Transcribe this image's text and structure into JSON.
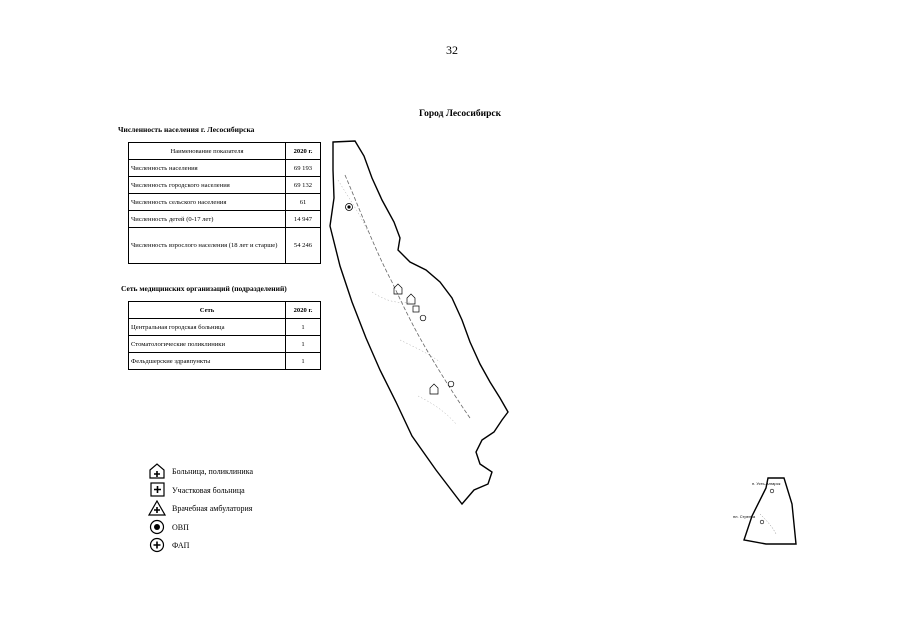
{
  "page": {
    "number": "32"
  },
  "city_title": "Город Лесосибирск",
  "population": {
    "title": "Численность населения г. Лесосибирска",
    "header": {
      "name": "Наименование показателя",
      "year": "2020 г."
    },
    "rows": [
      {
        "name": "Численность населения",
        "value": "69 193"
      },
      {
        "name": "Численность городского населения",
        "value": "69 132"
      },
      {
        "name": "Численность сельского населения",
        "value": "61"
      },
      {
        "name": "Численность детей (0-17 лет)",
        "value": "14 947"
      },
      {
        "name": "Численность взрослого населения (18 лет и старше)",
        "value": "54 246"
      }
    ]
  },
  "network": {
    "title": "Сеть медицинских организаций (подразделений)",
    "header": {
      "name": "Сеть",
      "year": "2020 г."
    },
    "rows": [
      {
        "name": "Центральная городская больница",
        "value": "1"
      },
      {
        "name": "Стоматологические поликлиники",
        "value": "1"
      },
      {
        "name": "Фельдшерские здравпункты",
        "value": "1"
      }
    ]
  },
  "legend": [
    {
      "icon": "hospital-polyclinic-icon",
      "label": "Больница, поликлиника"
    },
    {
      "icon": "district-hospital-icon",
      "label": "Участковая больница"
    },
    {
      "icon": "outpatient-clinic-icon",
      "label": "Врачебная амбулатория"
    },
    {
      "icon": "ovp-icon",
      "label": "ОВП"
    },
    {
      "icon": "fap-icon",
      "label": "ФАП"
    }
  ],
  "inset_map": {
    "labels": [
      "п. Усть-Ангарск",
      "пл. Стрелка"
    ]
  }
}
